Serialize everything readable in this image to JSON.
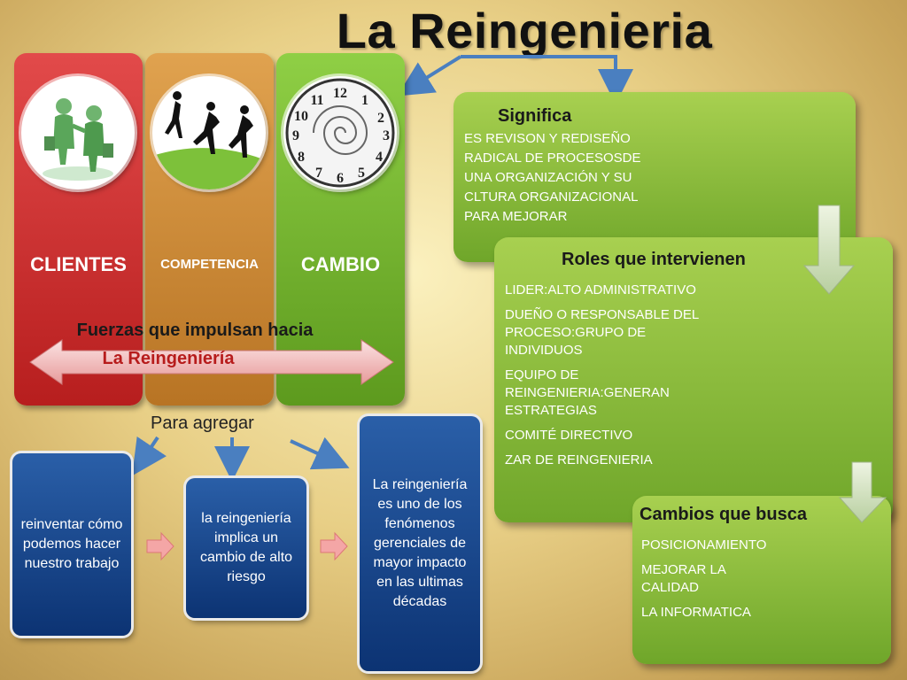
{
  "title": "La Reingenieria",
  "columns": [
    {
      "label": "CLIENTES"
    },
    {
      "label": "COMPETENCIA"
    },
    {
      "label": "CAMBIO"
    }
  ],
  "fuerzas": {
    "line1": "Fuerzas que impulsan hacia",
    "line2": "La Reingeniería"
  },
  "para_agregar": "Para agregar",
  "blue_boxes": [
    {
      "text": "reinventar cómo podemos hacer nuestro trabajo"
    },
    {
      "text": "la reingeniería implica un cambio de alto riesgo"
    },
    {
      "text": "La reingeniería es uno de los fenómenos gerenciales de mayor impacto en las ultimas décadas"
    }
  ],
  "significa": {
    "heading": "Significa",
    "lines": [
      "ES REVISON Y REDISEÑO",
      "RADICAL DE PROCESOSDE",
      "UNA ORGANIZACIÓN Y SU",
      "CLTURA ORGANIZACIONAL",
      "PARA MEJORAR"
    ]
  },
  "roles": {
    "heading": "Roles que intervienen",
    "items": [
      "LIDER:ALTO ADMINISTRATIVO",
      "DUEÑO O RESPONSABLE DEL PROCESO:GRUPO DE INDIVIDUOS",
      "EQUIPO DE REINGENIERIA:GENERAN ESTRATEGIAS",
      "COMITÉ DIRECTIVO",
      "ZAR DE REINGENIERIA"
    ]
  },
  "cambios": {
    "heading": "Cambios que busca",
    "items": [
      "POSICIONAMIENTO",
      "MEJORAR LA CALIDAD",
      "LA INFORMATICA"
    ]
  },
  "colors": {
    "red": "#c62828",
    "orange": "#c8832f",
    "green": "#76b032",
    "blue": "#1a4a8f",
    "arrow": "#4a7fc0",
    "accent_red": "#b71c1c"
  }
}
